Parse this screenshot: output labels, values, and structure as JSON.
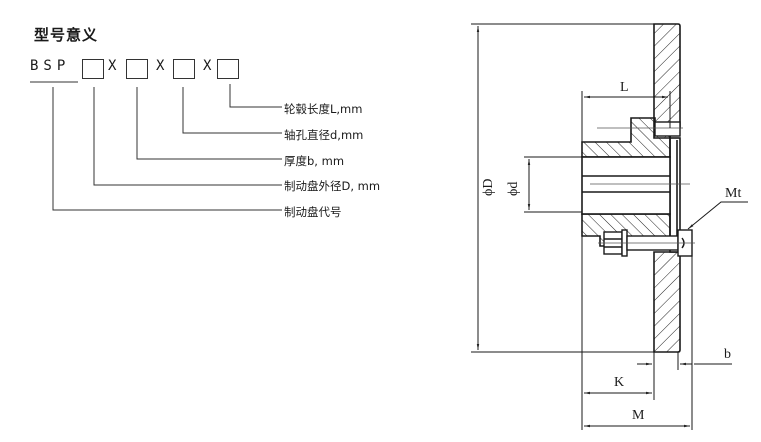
{
  "title": "型号意义",
  "model_code": {
    "prefix": "BSP",
    "separator": "X",
    "slots": 4
  },
  "legend": [
    {
      "id": "hub_length",
      "label": "轮毂长度L,mm"
    },
    {
      "id": "shaft_bore",
      "label": "轴孔直径d,mm"
    },
    {
      "id": "thickness",
      "label": "厚度b, mm"
    },
    {
      "id": "disc_diameter",
      "label": "制动盘外径D, mm"
    },
    {
      "id": "disc_code",
      "label": "制动盘代号"
    }
  ],
  "drawing": {
    "dimensions": {
      "D": "ϕD",
      "d": "ϕd",
      "L": "L",
      "Mt": "Mt",
      "b": "b",
      "K": "K",
      "M": "M"
    }
  }
}
